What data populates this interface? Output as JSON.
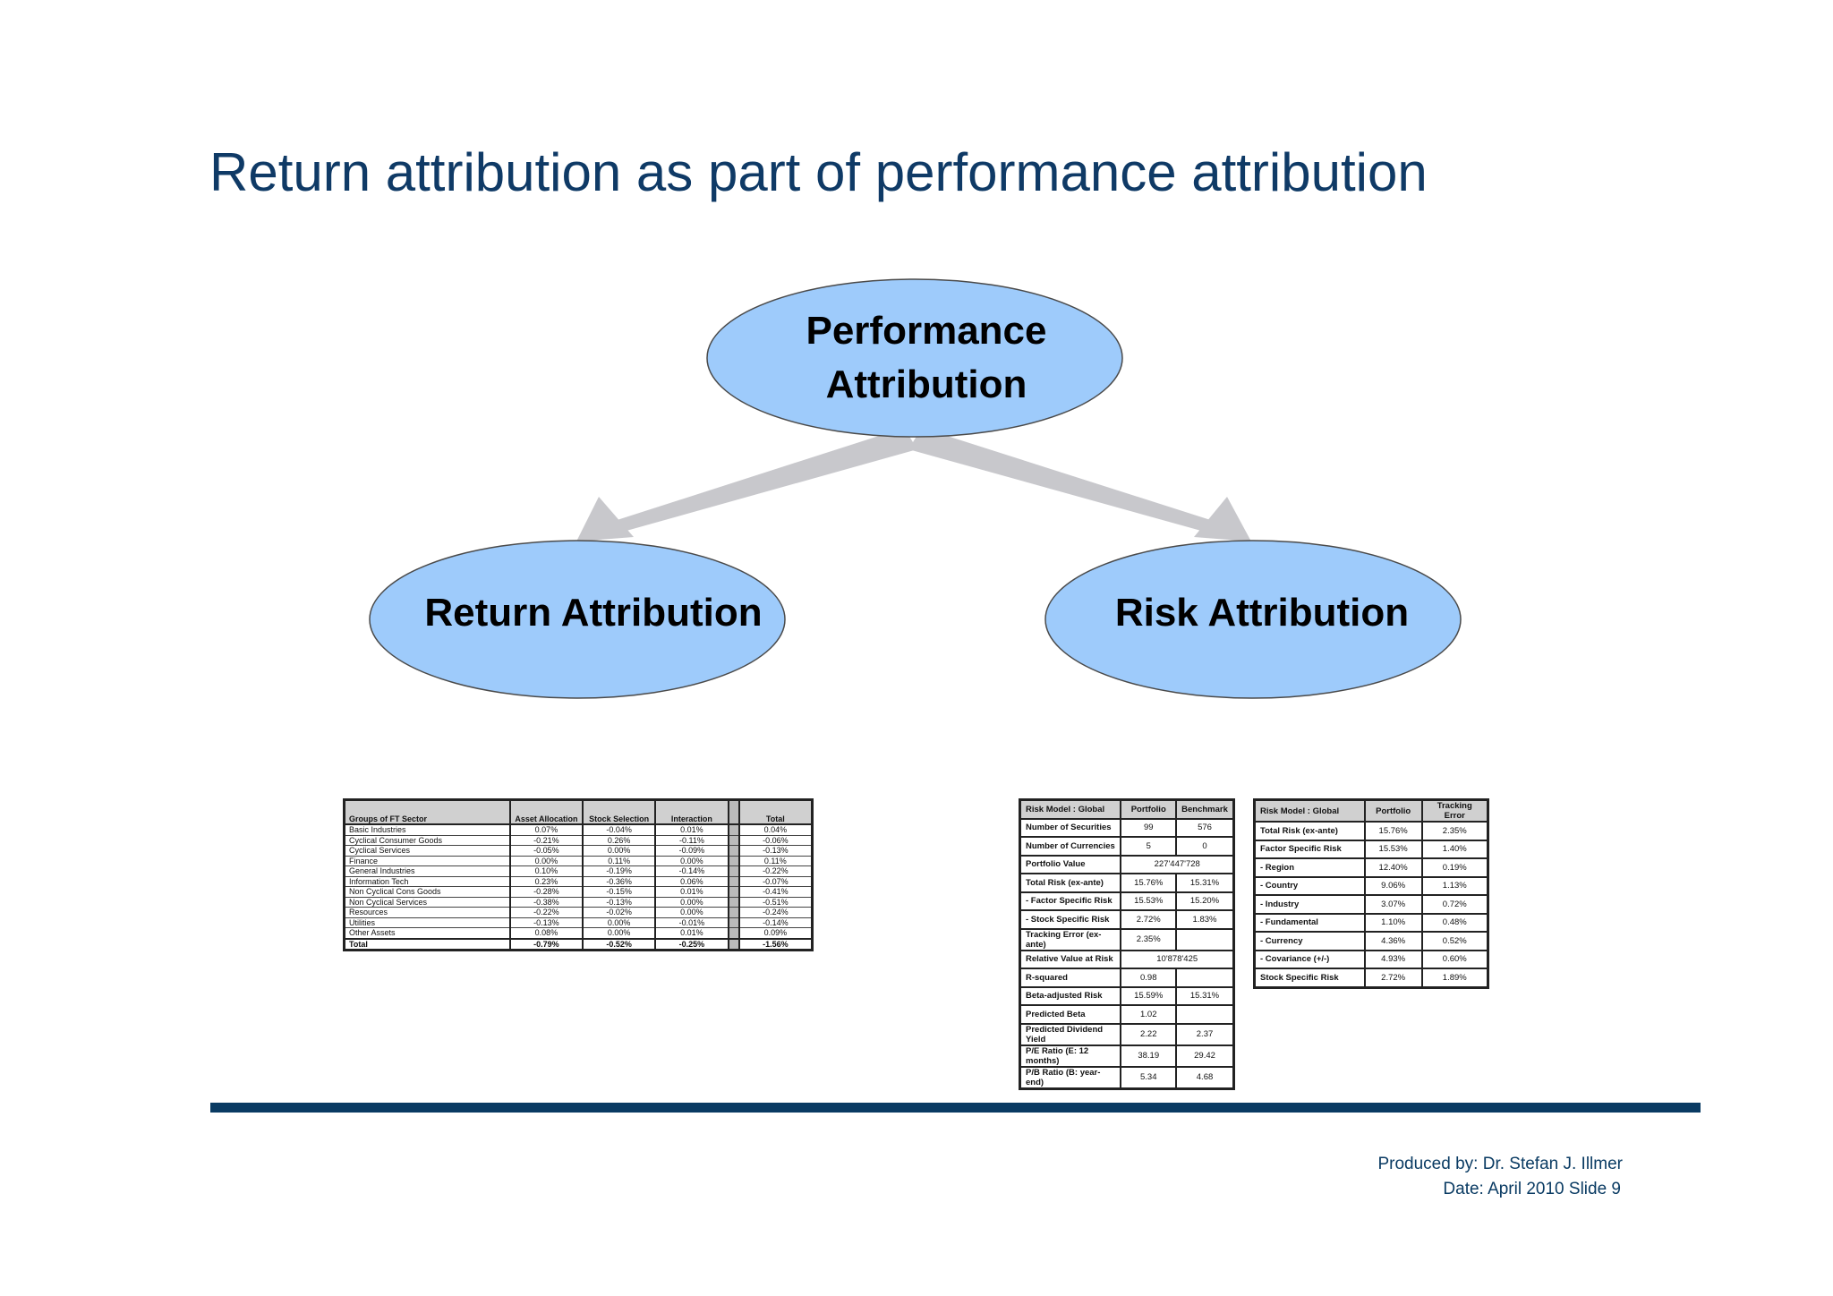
{
  "slide": {
    "title": "Return attribution as part of performance attribution"
  },
  "diagram": {
    "top_node": [
      "Performance",
      "Attribution"
    ],
    "left_node": "Return Attribution",
    "right_node": "Risk Attribution",
    "colors": {
      "node_fill": "#9ecbfb",
      "arrow": "#c8c8cc",
      "title": "#0f3a66",
      "rule": "#0a3b63"
    }
  },
  "return_table": {
    "headers": [
      "Groups of FT Sector",
      "Asset Allocation",
      "Stock Selection",
      "Interaction",
      "",
      "Total"
    ],
    "rows": [
      [
        "Basic Industries",
        "0.07%",
        "-0.04%",
        "0.01%",
        "0.04%"
      ],
      [
        "Cyclical Consumer Goods",
        "-0.21%",
        "0.26%",
        "-0.11%",
        "-0.06%"
      ],
      [
        "Cyclical Services",
        "-0.05%",
        "0.00%",
        "-0.09%",
        "-0.13%"
      ],
      [
        "Finance",
        "0.00%",
        "0.11%",
        "0.00%",
        "0.11%"
      ],
      [
        "General Industries",
        "0.10%",
        "-0.19%",
        "-0.14%",
        "-0.22%"
      ],
      [
        "Information Tech",
        "0.23%",
        "-0.36%",
        "0.06%",
        "-0.07%"
      ],
      [
        "Non Cyclical Cons Goods",
        "-0.28%",
        "-0.15%",
        "0.01%",
        "-0.41%"
      ],
      [
        "Non Cyclical Services",
        "-0.38%",
        "-0.13%",
        "0.00%",
        "-0.51%"
      ],
      [
        "Resources",
        "-0.22%",
        "-0.02%",
        "0.00%",
        "-0.24%"
      ],
      [
        "Utilities",
        "-0.13%",
        "0.00%",
        "-0.01%",
        "-0.14%"
      ],
      [
        "Other Assets",
        "0.08%",
        "0.00%",
        "0.01%",
        "0.09%"
      ]
    ],
    "total": [
      "Total",
      "-0.79%",
      "-0.52%",
      "-0.25%",
      "-1.56%"
    ]
  },
  "risk_table_1": {
    "headers": [
      "Risk Model : Global",
      "Portfolio",
      "Benchmark"
    ],
    "rows": [
      [
        "Number of Securities",
        "99",
        "576"
      ],
      [
        "Number of Currencies",
        "5",
        "0"
      ],
      [
        "Portfolio Value",
        "227'447'728",
        ""
      ],
      [
        "Total Risk (ex-ante)",
        "15.76%",
        "15.31%"
      ],
      [
        "- Factor Specific Risk",
        "15.53%",
        "15.20%"
      ],
      [
        "- Stock Specific Risk",
        "2.72%",
        "1.83%"
      ],
      [
        "Tracking Error (ex-ante)",
        "2.35%",
        ""
      ],
      [
        "Relative Value at Risk",
        "10'878'425",
        ""
      ],
      [
        "R-squared",
        "0.98",
        ""
      ],
      [
        "Beta-adjusted Risk",
        "15.59%",
        "15.31%"
      ],
      [
        "Predicted Beta",
        "1.02",
        ""
      ],
      [
        "Predicted Dividend Yield",
        "2.22",
        "2.37"
      ],
      [
        "P/E Ratio (E: 12 months)",
        "38.19",
        "29.42"
      ],
      [
        "P/B Ratio (B: year-end)",
        "5.34",
        "4.68"
      ]
    ]
  },
  "risk_table_2": {
    "headers": [
      "Risk Model : Global",
      "Portfolio",
      "Tracking Error"
    ],
    "rows": [
      [
        "Total Risk (ex-ante)",
        "15.76%",
        "2.35%"
      ],
      [
        "Factor Specific Risk",
        "15.53%",
        "1.40%"
      ],
      [
        "- Region",
        "12.40%",
        "0.19%"
      ],
      [
        "- Country",
        "9.06%",
        "1.13%"
      ],
      [
        "- Industry",
        "3.07%",
        "0.72%"
      ],
      [
        "- Fundamental",
        "1.10%",
        "0.48%"
      ],
      [
        "- Currency",
        "4.36%",
        "0.52%"
      ],
      [
        "- Covariance (+/-)",
        "4.93%",
        "0.60%"
      ],
      [
        "Stock Specific Risk",
        "2.72%",
        "1.89%"
      ]
    ]
  },
  "footer": {
    "produced_by": "Produced by: Dr. Stefan J. Illmer",
    "date": "Date: April 2010 Slide 9"
  }
}
